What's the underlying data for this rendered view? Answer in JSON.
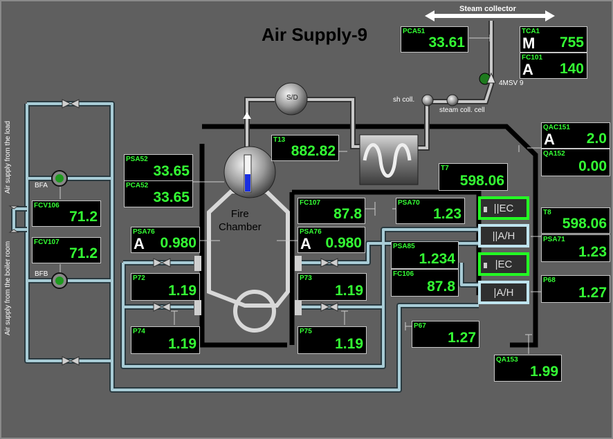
{
  "title": "Air Supply-9",
  "labels": {
    "steam_collector": "Steam collector",
    "msv": "4MSV 9",
    "sh_coll": "sh coll.",
    "steam_coll_cell": "steam coll. cell",
    "sd": "S/D",
    "fire_line1": "Fire",
    "fire_line2": "Chamber",
    "bfa": "BFA",
    "bfb": "BFB",
    "air_from_load": "Air supply from the load",
    "air_from_boiler": "Air supply from the boiler room"
  },
  "tags": {
    "pca51": {
      "tag": "PCA51",
      "value": "33.61"
    },
    "tca1": {
      "tag": "TCA1",
      "mode": "M",
      "value": "755"
    },
    "fc101": {
      "tag": "FC101",
      "mode": "A",
      "value": "140"
    },
    "qac151": {
      "tag": "QAC151",
      "mode": "A",
      "value": "2.0"
    },
    "qa152": {
      "tag": "QA152",
      "value": "0.00"
    },
    "t13": {
      "tag": "T13",
      "value": "882.82"
    },
    "t7": {
      "tag": "T7",
      "value": "598.06"
    },
    "psa52": {
      "tag": "PSA52",
      "value": "33.65"
    },
    "pca52": {
      "tag": "PCA52",
      "value": "33.65"
    },
    "fcv106": {
      "tag": "FCV106",
      "value": "71.2"
    },
    "fcv107": {
      "tag": "FCV107",
      "value": "71.2"
    },
    "psa76_left": {
      "tag": "PSA76",
      "mode": "A",
      "value": "0.980"
    },
    "psa76_right": {
      "tag": "PSA76",
      "mode": "A",
      "value": "0.980"
    },
    "fc107": {
      "tag": "FC107",
      "value": "87.8"
    },
    "psa70": {
      "tag": "PSA70",
      "value": "1.23"
    },
    "psa85": {
      "tag": "PSA85",
      "value": "1.234"
    },
    "fc106": {
      "tag": "FC106",
      "value": "87.8"
    },
    "t8": {
      "tag": "T8",
      "value": "598.06"
    },
    "psa71": {
      "tag": "PSA71",
      "value": "1.23"
    },
    "p68": {
      "tag": "P68",
      "value": "1.27"
    },
    "p72": {
      "tag": "P72",
      "value": "1.19"
    },
    "p73": {
      "tag": "P73",
      "value": "1.19"
    },
    "p74": {
      "tag": "P74",
      "value": "1.19"
    },
    "p75": {
      "tag": "P75",
      "value": "1.19"
    },
    "p67": {
      "tag": "P67",
      "value": "1.27"
    },
    "qa153": {
      "tag": "QA153",
      "value": "1.99"
    }
  },
  "buttons": {
    "ec1": "||EC",
    "ah1": "||A/H",
    "ec2": "|EC",
    "ah2": "|A/H"
  },
  "colors": {
    "background": "#5f5f5f",
    "value_green": "#34ff34",
    "pipe": "#b7d6e0",
    "active_border": "#23ff23"
  }
}
